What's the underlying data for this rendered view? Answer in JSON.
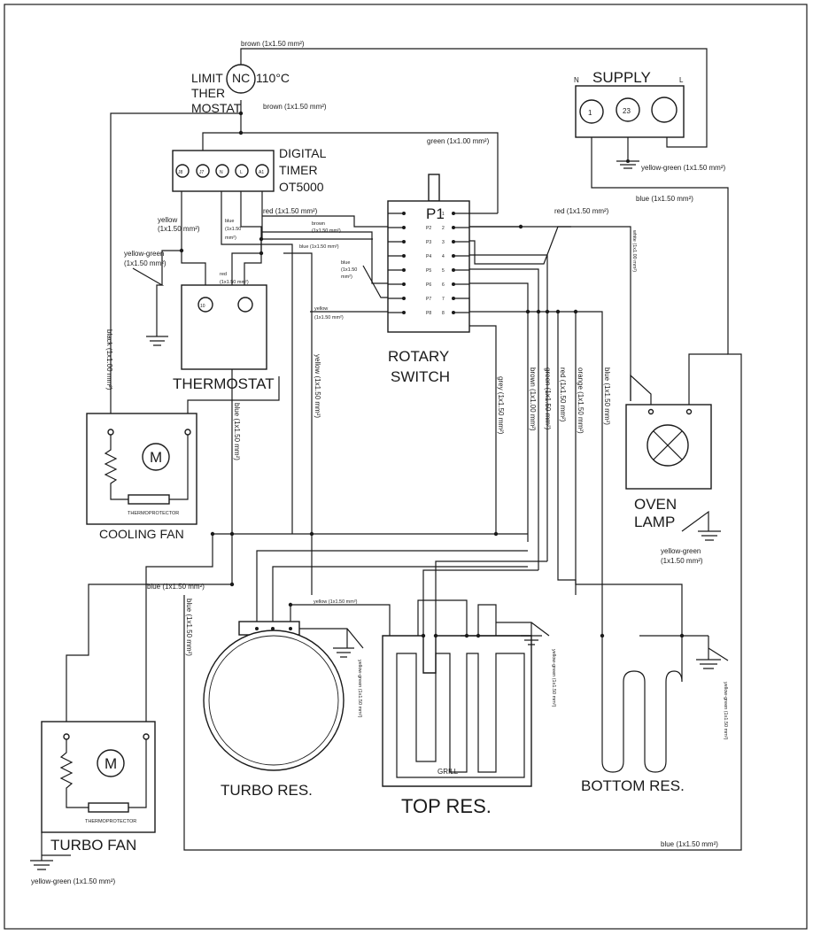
{
  "components": {
    "limit_thermostat": {
      "l1": "LIMIT",
      "l2": "THER",
      "l3": "MOSTAT",
      "contact": "NC",
      "temp": "110°C"
    },
    "digital_timer": {
      "l1": "DIGITAL",
      "l2": "TIMER",
      "l3": "OT5000",
      "terminals": [
        "J8",
        "J7",
        "N",
        "L",
        "A1"
      ]
    },
    "supply": {
      "title": "SUPPLY",
      "n": "N",
      "l": "L",
      "terminals": [
        "1",
        "23",
        ""
      ]
    },
    "thermostat": {
      "title": "THERMOSTAT",
      "terminal": "10"
    },
    "rotary_switch": {
      "l1": "ROTARY",
      "l2": "SWITCH",
      "head": "P1",
      "left_pins": [
        "",
        "P2",
        "P3",
        "P4",
        "P5",
        "P6",
        "P7",
        "P8"
      ],
      "right_pins": [
        "1",
        "2",
        "3",
        "4",
        "5",
        "6",
        "7",
        "8"
      ]
    },
    "cooling_fan": {
      "title": "COOLING FAN",
      "motor": "M",
      "protector": "THERMOPROTECTOR"
    },
    "turbo_fan": {
      "title": "TURBO FAN",
      "motor": "M",
      "protector": "THERMOPROTECTOR"
    },
    "turbo_res": {
      "title": "TURBO RES."
    },
    "top_res": {
      "title": "TOP RES.",
      "grill": "GRILL"
    },
    "bottom_res": {
      "title": "BOTTOM RES."
    },
    "oven_lamp": {
      "l1": "OVEN",
      "l2": "LAMP"
    }
  },
  "wire_labels": {
    "brown_top": "brown (1x1.50 mm²)",
    "brown_mostat": "brown (1x1.50 mm²)",
    "green_top": "green (1x1.00 mm²)",
    "yg_supply": "yellow-green (1x1.50 mm²)",
    "blue_supply": "blue (1x1.50 mm²)",
    "yellow_timer_1": "yellow",
    "yellow_timer_2": "(1x1.50 mm²)",
    "blue_timer_1": "blue",
    "blue_timer_2": "(1x1.50",
    "blue_timer_3": "mm²)",
    "red_timer": "red (1x1.50 mm²)",
    "brown_sw_1": "brown",
    "brown_sw_2": "(1x1.50 mm²)",
    "blue_sw": "blue (1x1.50 mm²)",
    "blue_sw2_1": "blue",
    "blue_sw2_2": "(1x1.50",
    "blue_sw2_3": "mm²)",
    "red_right": "red (1x1.50 mm²)",
    "white": "white (1x1.00 mm²)",
    "yg_left_1": "yellow-green",
    "yg_left_2": "(1x1.50 mm²)",
    "red_thermo_1": "red",
    "red_thermo_2": "(1x1.50 mm²)",
    "yellow_sw_1": "yellow",
    "yellow_sw_2": "(1x1.50 mm²)",
    "black": "black (1x1.00 mm²)",
    "yellow_vert": "yellow (1x1.50 mm²)",
    "blue_vert": "blue (1x1.50 mm²)",
    "grey": "grey (1x1.50 mm²)",
    "brown_vert": "brown (1x1.00 mm²)",
    "green_vert": "green (1x1.50 mm²)",
    "red_vert": "red (1x1.50 mm²)",
    "orange_vert": "orange (1x1.50 mm²)",
    "blue_vert2": "blue (1x1.50 mm²)",
    "yg_lamp_1": "yellow-green",
    "yg_lamp_2": "(1x1.50 mm²)",
    "blue_turbo": "blue (1x1.50 mm²)",
    "blue_turbo_vert": "blue (1x1.50 mm²)",
    "yellow_res": "yellow (1x1.50 mm²)",
    "yg_turbo_res": "yellow-green (1x1.50 mm²)",
    "yg_top_res": "yellow-green (1x1.50 mm²)",
    "yg_bottom_res": "yellow-green (1x1.50 mm²)",
    "blue_bottom": "blue (1x1.50 mm²)",
    "yg_turbo_fan": "yellow-green (1x1.50 mm²)"
  }
}
